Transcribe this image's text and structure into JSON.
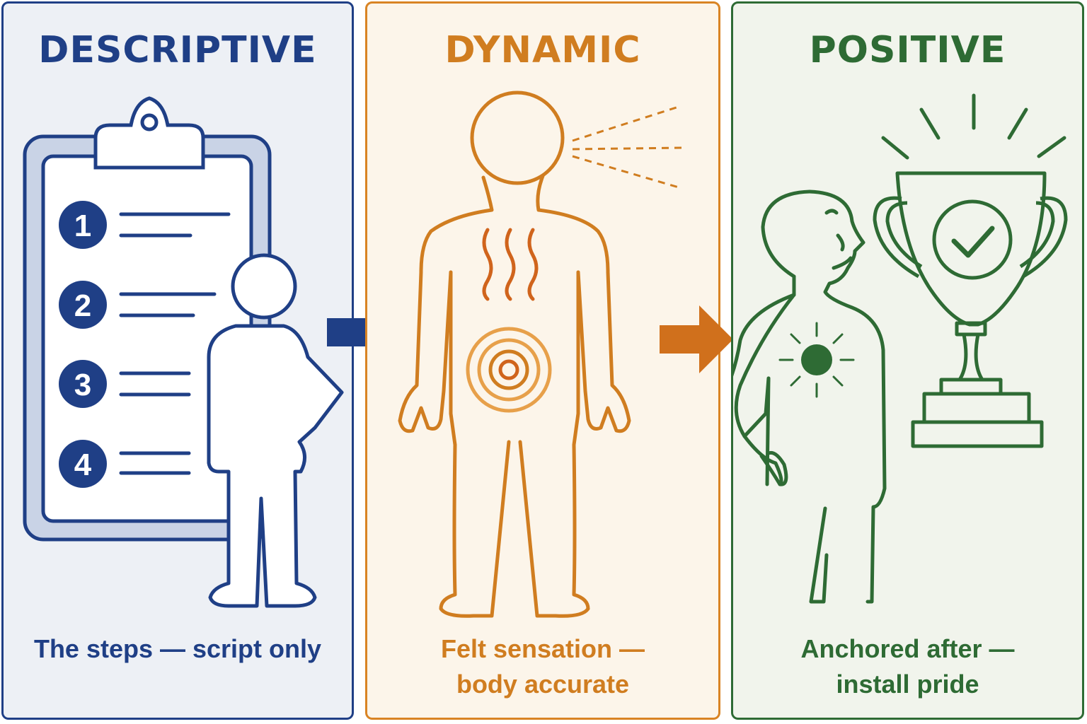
{
  "panels": [
    {
      "title": "DESCRIPTIVE",
      "caption_line1": "The steps — script only",
      "caption_line2": "",
      "color": "#1f3f86",
      "steps": [
        "1",
        "2",
        "3",
        "4"
      ]
    },
    {
      "title": "DYNAMIC",
      "caption_line1": "Felt sensation —",
      "caption_line2": "body accurate",
      "color": "#d07d20"
    },
    {
      "title": "POSITIVE",
      "caption_line1": "Anchored after —",
      "caption_line2": "install pride",
      "color": "#2e6b34"
    }
  ],
  "icons": [
    "clipboard-icon",
    "person-icon",
    "arrow-right-icon",
    "sensation-icon",
    "smell-lines-icon",
    "trophy-icon",
    "checkmark-icon",
    "glow-icon"
  ]
}
